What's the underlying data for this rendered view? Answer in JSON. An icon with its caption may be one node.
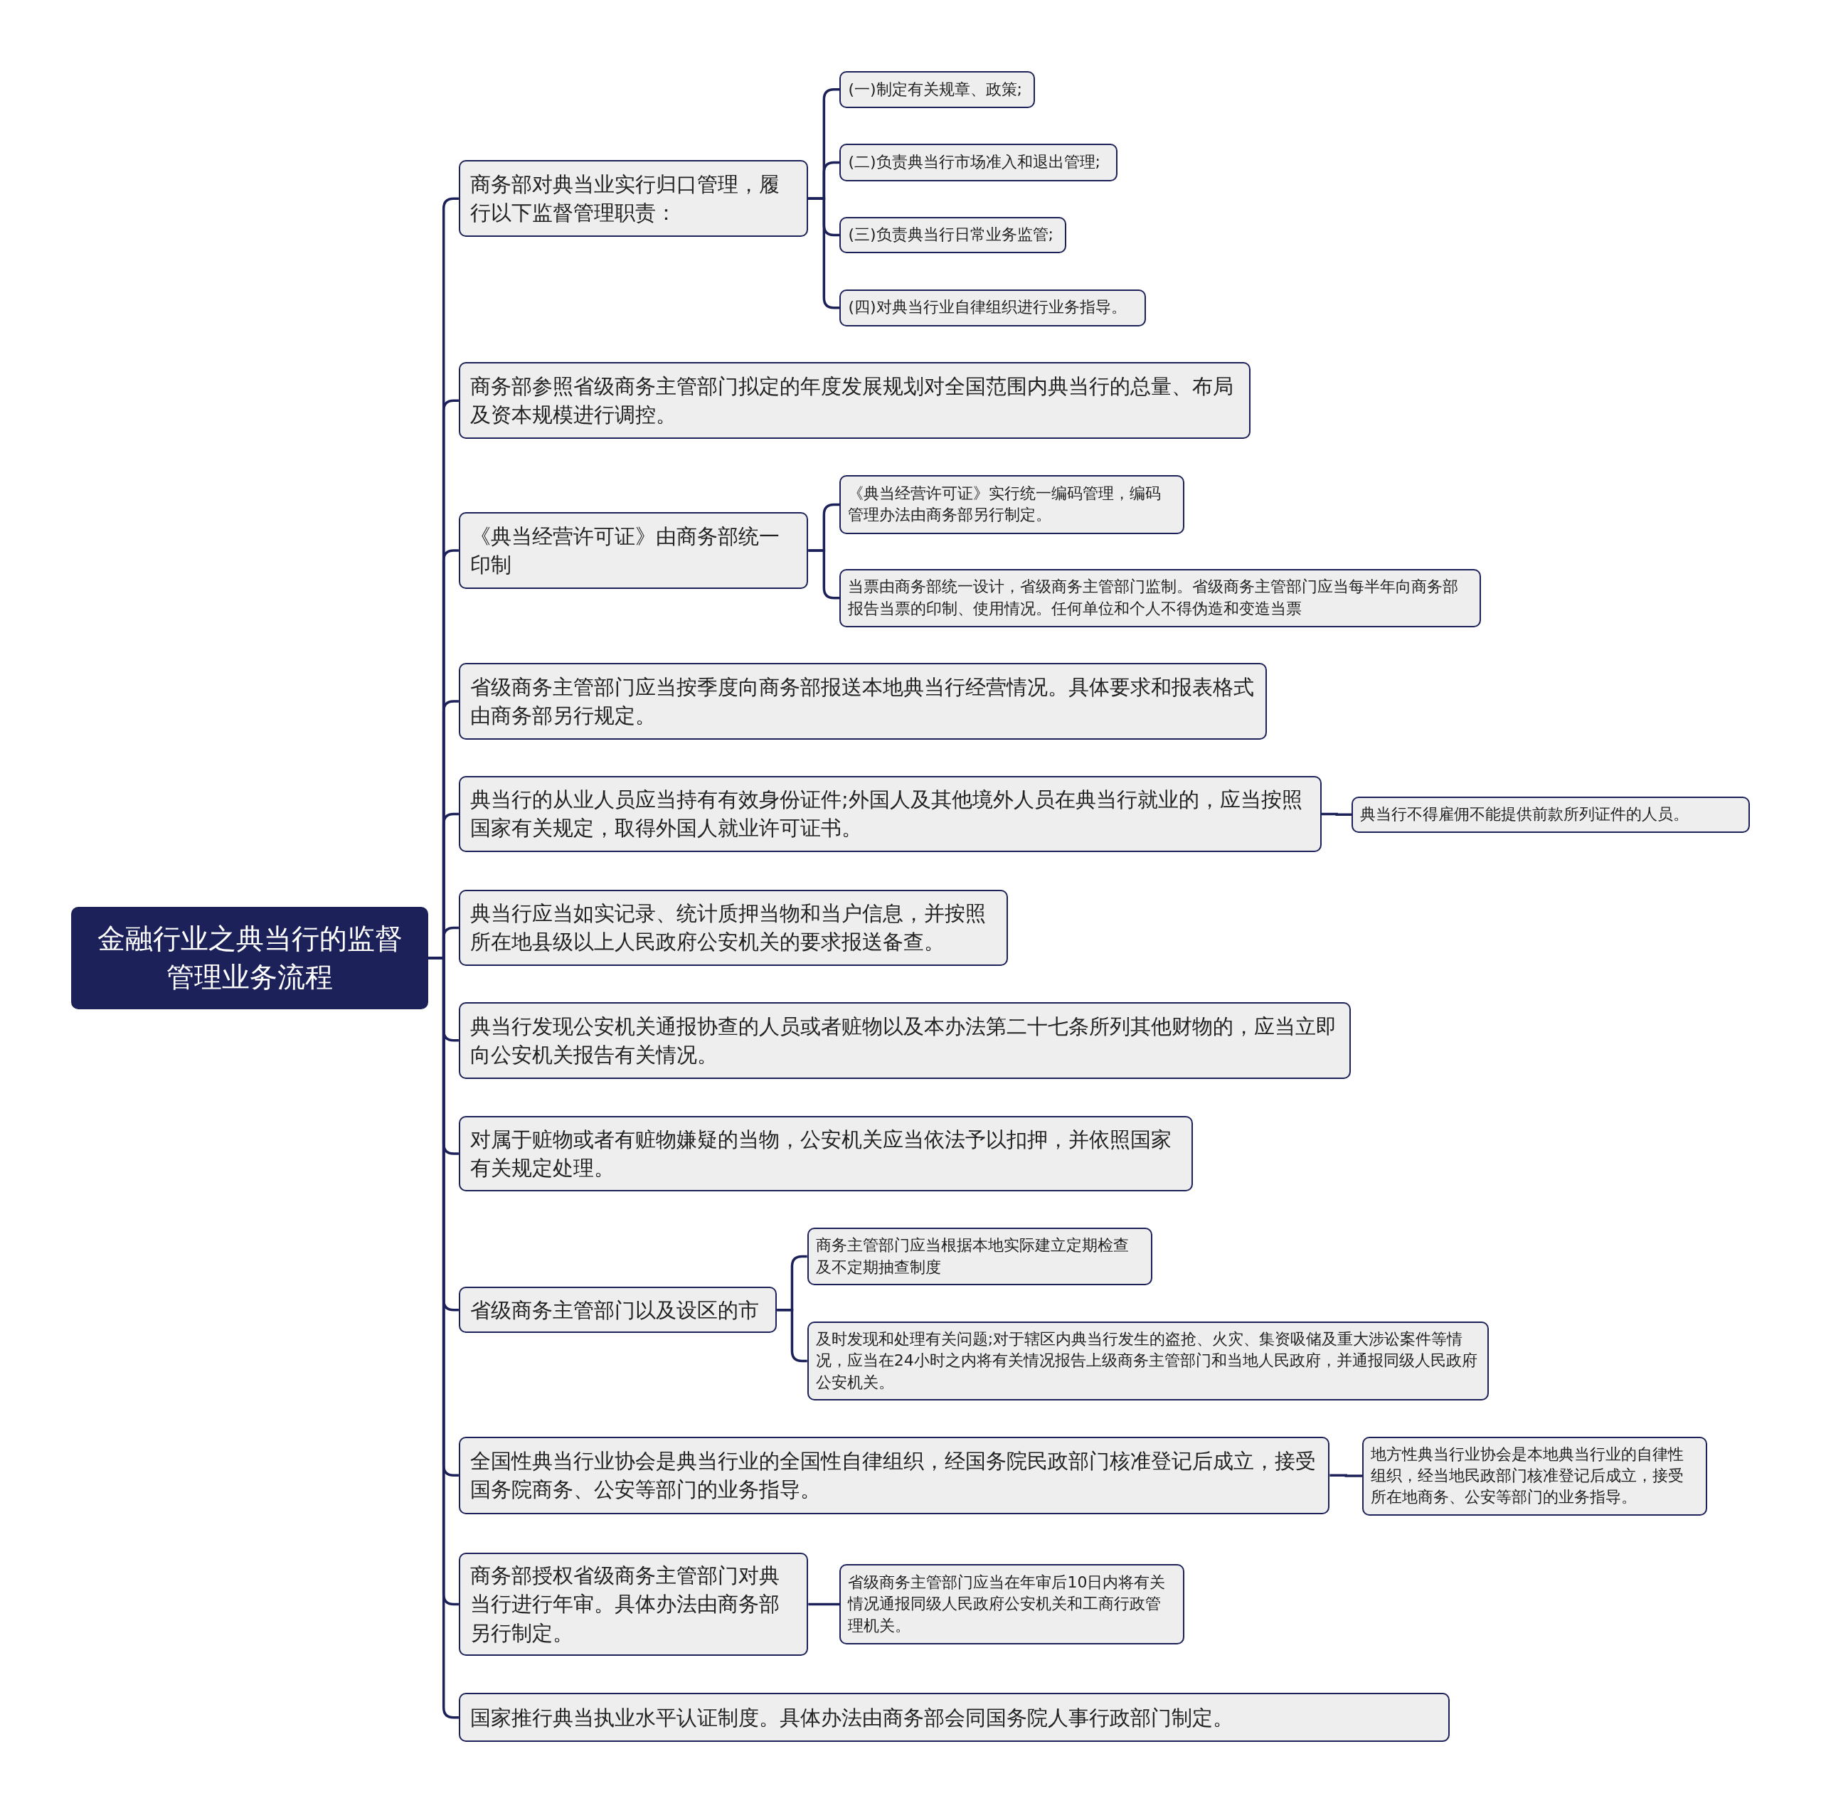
{
  "diagram": {
    "nodes": [
      {
        "text": [
          "金融行业之典当行的监督管理业务流程"
        ]
      },
      {
        "text": [
          "商务部对典当业实行归口管理，履行以下监督管理职责："
        ]
      },
      {
        "text": [
          "(一)制定有关规章、政策;"
        ]
      },
      {
        "text": [
          "(二)负责典当行市场准入和退出管理;"
        ]
      },
      {
        "text": [
          "(三)负责典当行日常业务监管;"
        ]
      },
      {
        "text": [
          "(四)对典当行业自律组织进行业务指导。"
        ]
      },
      {
        "text": [
          "商务部参照省级商务主管部门拟定的年度发展规划对全国范围内典当行的总量、布局及资本规模进行调控。"
        ]
      },
      {
        "text": [
          "《典当经营许可证》由商务部统一印制"
        ]
      },
      {
        "text": [
          "《典当经营许可证》实行统一编码管理，编码管理办法由商务部另行制定。"
        ]
      },
      {
        "text": [
          "当票由商务部统一设计，省级商务主管部门监制。省级商务主管部门应当每半年向商务部报告当票的印制、使用情况。任何单位和个人不得伪造和变造当票"
        ]
      },
      {
        "text": [
          "省级商务主管部门应当按季度向商务部报送本地典当行经营情况。具体要求和报表格式由商务部另行规定。"
        ]
      },
      {
        "text": [
          "典当行的从业人员应当持有有效身份证件;外国人及其他境外人员在典当行就业的，应当按照国家有关规定，取得外国人就业许可证书。"
        ]
      },
      {
        "text": [
          "典当行不得雇佣不能提供前款所列证件的人员。"
        ]
      },
      {
        "text": [
          "典当行应当如实记录、统计质押当物和当户信息，并按照所在地县级以上人民政府公安机关的要求报送备查。"
        ]
      },
      {
        "text": [
          "典当行发现公安机关通报协查的人员或者赃物以及本办法第二十七条所列其他财物的，应当立即向公安机关报告有关情况。"
        ]
      },
      {
        "text": [
          "对属于赃物或者有赃物嫌疑的当物，公安机关应当依法予以扣押，并依照国家有关规定处理。"
        ]
      },
      {
        "text": [
          "省级商务主管部门以及设区的市"
        ]
      },
      {
        "text": [
          "商务主管部门应当根据本地实际建立定期检查及不定期抽查制度"
        ]
      },
      {
        "text": [
          "及时发现和处理有关问题;对于辖区内典当行发生的盗抢、火灾、集资吸储及重大涉讼案件等情况，应当在24小时之内将有关情况报告上级商务主管部门和当地人民政府，并通报同级人民政府公安机关。"
        ]
      },
      {
        "text": [
          "全国性典当行业协会是典当行业的全国性自律组织，经国务院民政部门核准登记后成立，接受国务院商务、公安等部门的业务指导。"
        ]
      },
      {
        "text": [
          "地方性典当行业协会是本地典当行业的自律性组织，经当地民政部门核准登记后成立，接受所在地商务、公安等部门的业务指导。"
        ]
      },
      {
        "text": [
          "商务部授权省级商务主管部门对典当行进行年审。具体办法由商务部另行制定。"
        ]
      },
      {
        "text": [
          "省级商务主管部门应当在年审后10日内将有关情况通报同级人民政府公安机关和工商行政管理机关。"
        ]
      },
      {
        "text": [
          "国家推行典当执业水平认证制度。具体办法由商务部会同国务院人事行政部门制定。"
        ]
      }
    ],
    "edges": [
      {
        "from": 0,
        "to": 1,
        "arrow": "none"
      },
      {
        "from": 1,
        "to": 2,
        "arrow": "none"
      },
      {
        "from": 1,
        "to": 3,
        "arrow": "none"
      },
      {
        "from": 1,
        "to": 4,
        "arrow": "none"
      },
      {
        "from": 1,
        "to": 5,
        "arrow": "none"
      },
      {
        "from": 0,
        "to": 6,
        "arrow": "none"
      },
      {
        "from": 0,
        "to": 7,
        "arrow": "none"
      },
      {
        "from": 7,
        "to": 8,
        "arrow": "none"
      },
      {
        "from": 7,
        "to": 9,
        "arrow": "none"
      },
      {
        "from": 0,
        "to": 10,
        "arrow": "none"
      },
      {
        "from": 0,
        "to": 11,
        "arrow": "none"
      },
      {
        "from": 11,
        "to": 12,
        "arrow": "none"
      },
      {
        "from": 0,
        "to": 13,
        "arrow": "none"
      },
      {
        "from": 0,
        "to": 14,
        "arrow": "none"
      },
      {
        "from": 0,
        "to": 15,
        "arrow": "none"
      },
      {
        "from": 0,
        "to": 16,
        "arrow": "none"
      },
      {
        "from": 16,
        "to": 17,
        "arrow": "none"
      },
      {
        "from": 16,
        "to": 18,
        "arrow": "none"
      },
      {
        "from": 0,
        "to": 19,
        "arrow": "none"
      },
      {
        "from": 19,
        "to": 20,
        "arrow": "none"
      },
      {
        "from": 0,
        "to": 21,
        "arrow": "none"
      },
      {
        "from": 21,
        "to": 22,
        "arrow": "none"
      },
      {
        "from": 0,
        "to": 23,
        "arrow": "none"
      }
    ]
  }
}
